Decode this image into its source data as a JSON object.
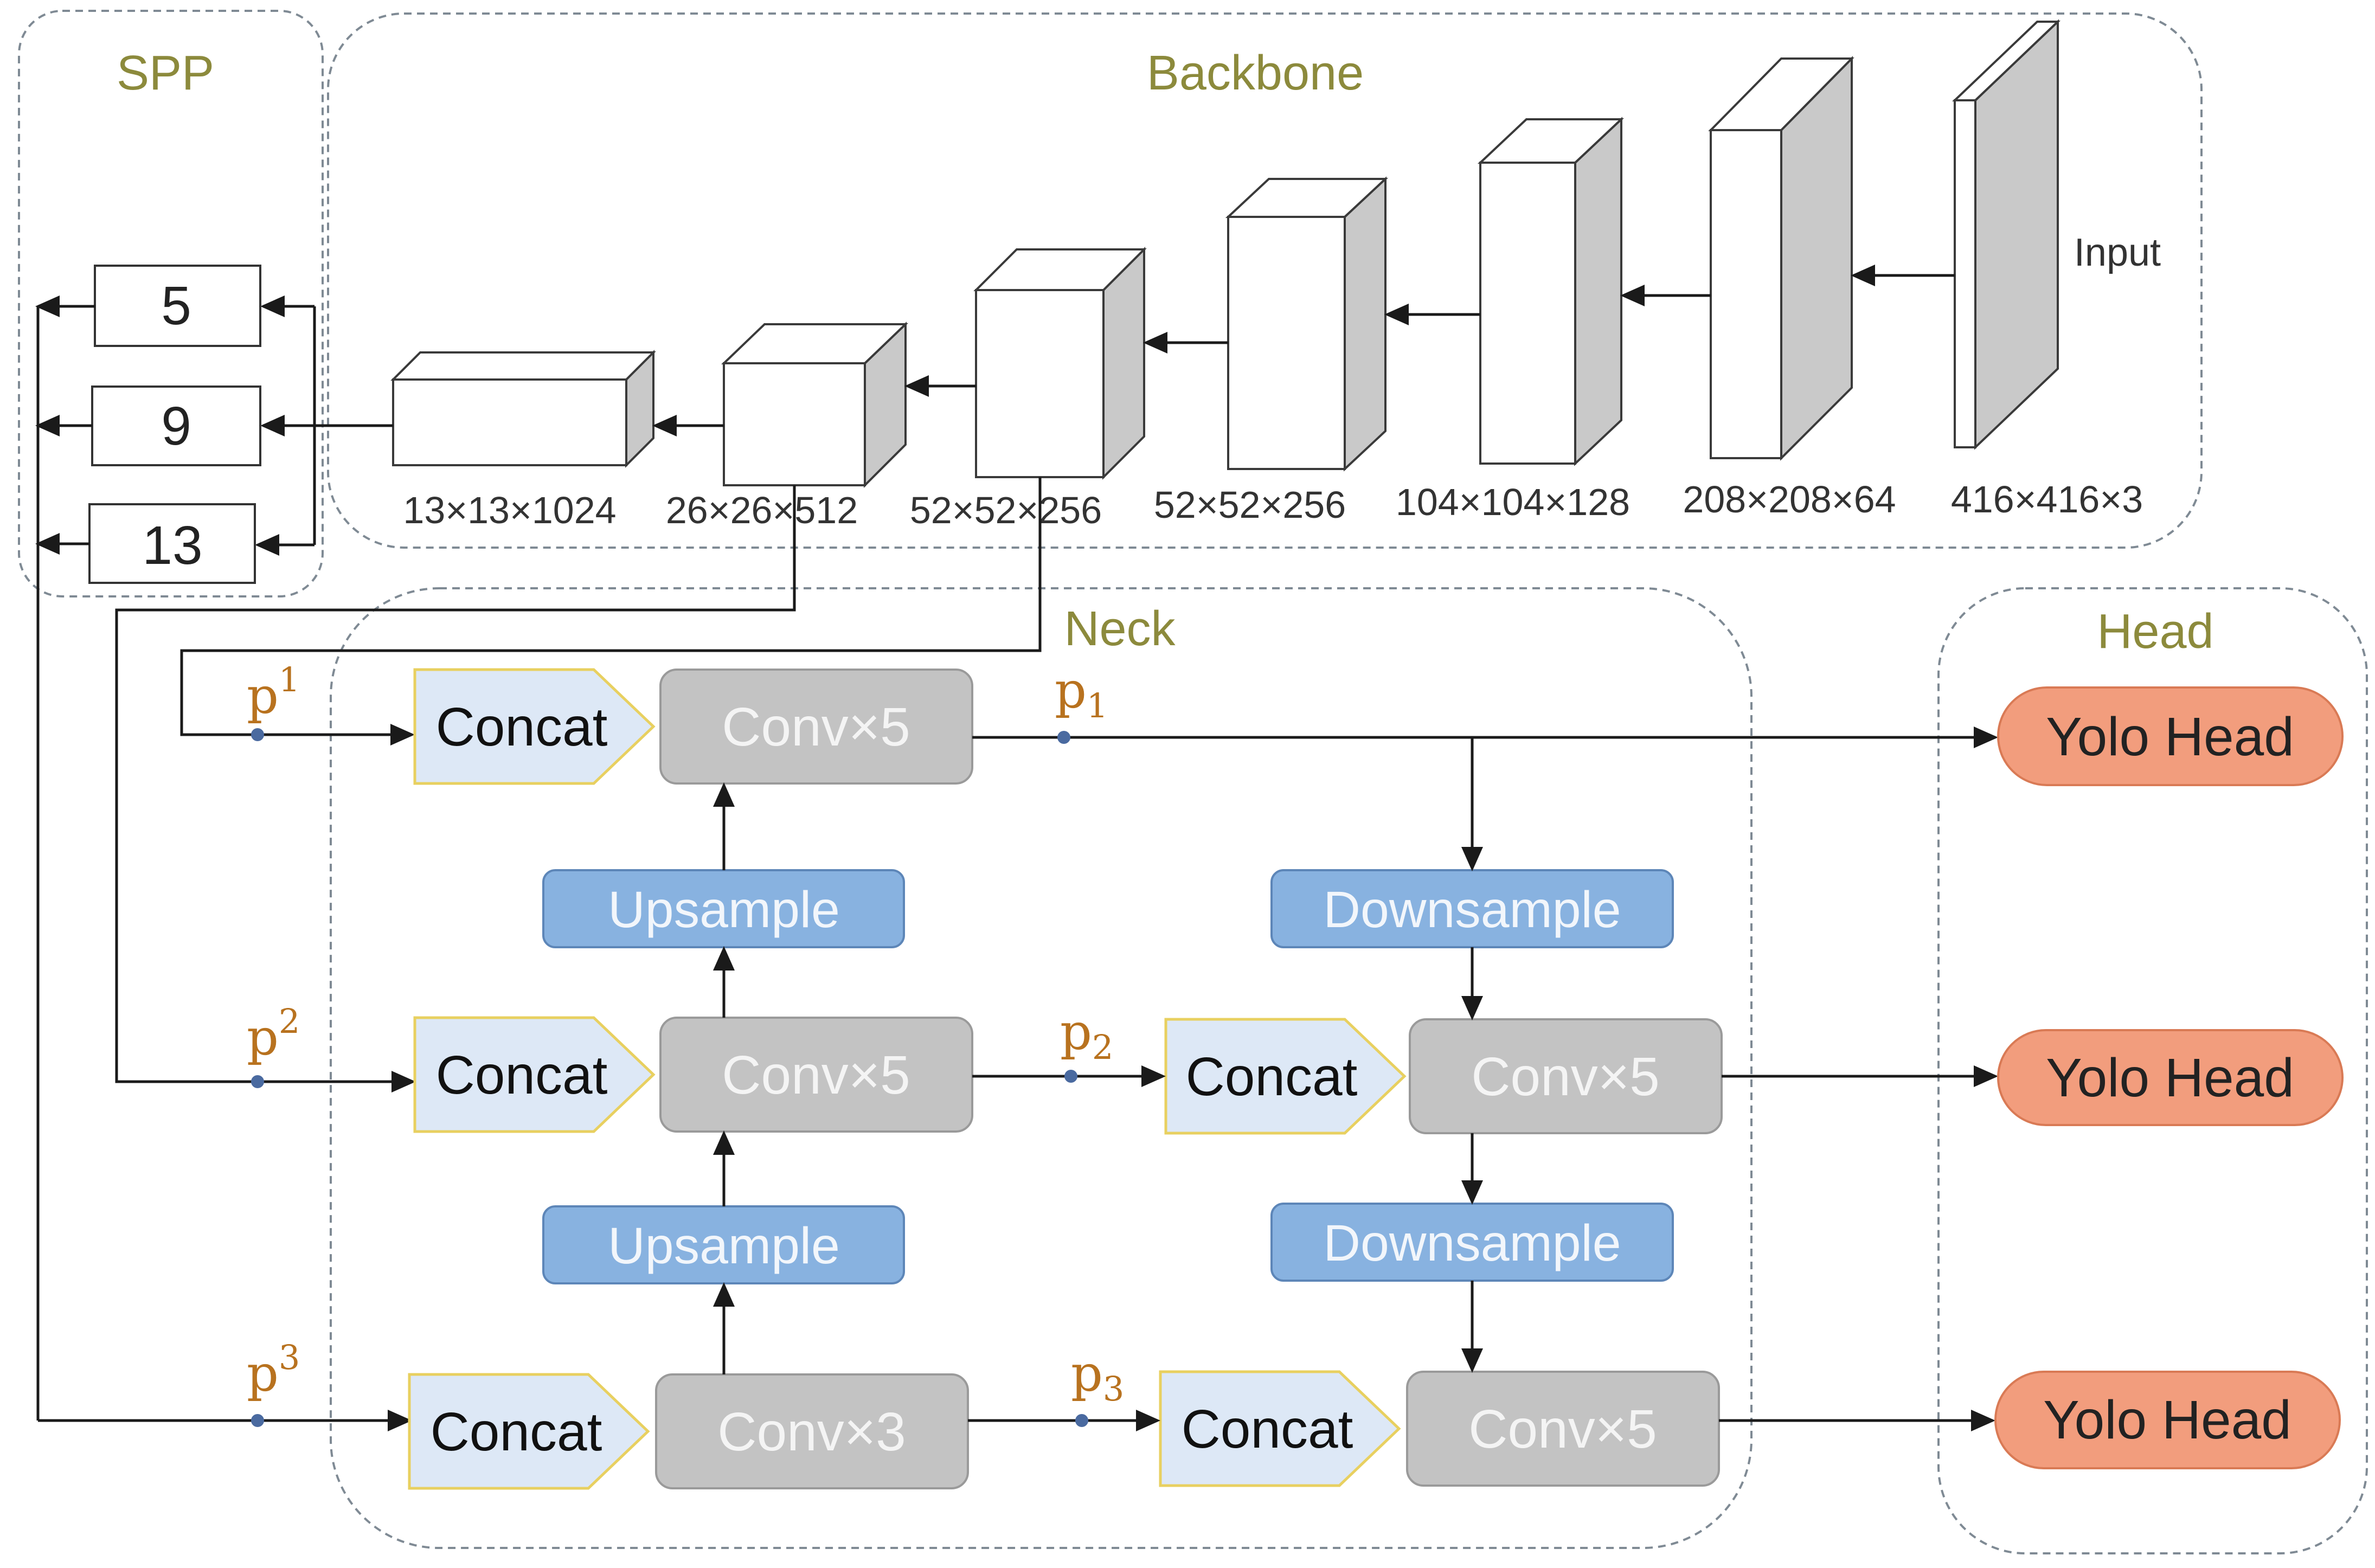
{
  "sections": {
    "spp": "SPP",
    "backbone": "Backbone",
    "neck": "Neck",
    "head": "Head"
  },
  "backbone": {
    "input_label": "Input",
    "dims": [
      "13×13×1024",
      "26×26×512",
      "52×52×256",
      "52×52×256",
      "104×104×128",
      "208×208×64",
      "416×416×3"
    ]
  },
  "spp": {
    "pools": [
      "5",
      "9",
      "13"
    ]
  },
  "neck": {
    "concat": "Concat",
    "conv5": "Conv×5",
    "conv3": "Conv×3",
    "upsample": "Upsample",
    "downsample": "Downsample",
    "p_base": "p",
    "p_indices": [
      "1",
      "2",
      "3"
    ]
  },
  "head": {
    "yolo": "Yolo Head"
  }
}
